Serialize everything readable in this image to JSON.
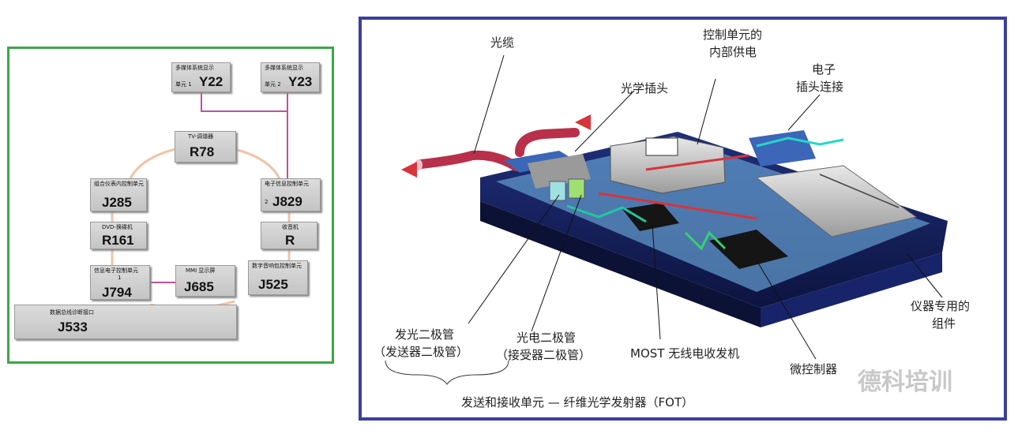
{
  "left_panel": {
    "nodes": {
      "y22": {
        "caption": "多媒体系统显示",
        "sub": "单元 1",
        "code": "Y22"
      },
      "y23": {
        "caption": "多媒体系统显示",
        "sub": "单元 2",
        "code": "Y23"
      },
      "r78": {
        "caption": "TV-调谐器",
        "code": "R78"
      },
      "j285": {
        "caption": "组合仪表内控制单元",
        "code": "J285"
      },
      "j829": {
        "caption": "电子信息控制单元",
        "sub": "2",
        "code": "J829"
      },
      "r161": {
        "caption": "DVD-换碟机",
        "code": "R161"
      },
      "r": {
        "caption": "收音机",
        "code": "R"
      },
      "j794": {
        "caption": "信息电子控制单元",
        "sub": "1",
        "code": "J794"
      },
      "j685": {
        "caption": "MMI 显示屏",
        "code": "J685"
      },
      "j525": {
        "caption": "数字音响包控制单元",
        "code": "J525"
      },
      "j533": {
        "caption": "数据总线诊断接口",
        "code": "J533"
      }
    }
  },
  "right_panel": {
    "labels": {
      "fiber": "光缆",
      "power_l1": "控制单元的",
      "power_l2": "内部供电",
      "optical_plug": "光学插头",
      "elec_l1": "电子",
      "elec_l2": "插头连接",
      "led_l1": "发光二极管",
      "led_l2": "（发送器二极管）",
      "photo_l1": "光电二极管",
      "photo_l2": "（接受器二极管）",
      "most": "MOST 无线电收发机",
      "micro": "微控制器",
      "instr_l1": "仪器专用的",
      "instr_l2": "组件",
      "bottom": "发送和接收单元 — 纤维光学发射器（FOT）",
      "watermark": "德科培训"
    }
  }
}
